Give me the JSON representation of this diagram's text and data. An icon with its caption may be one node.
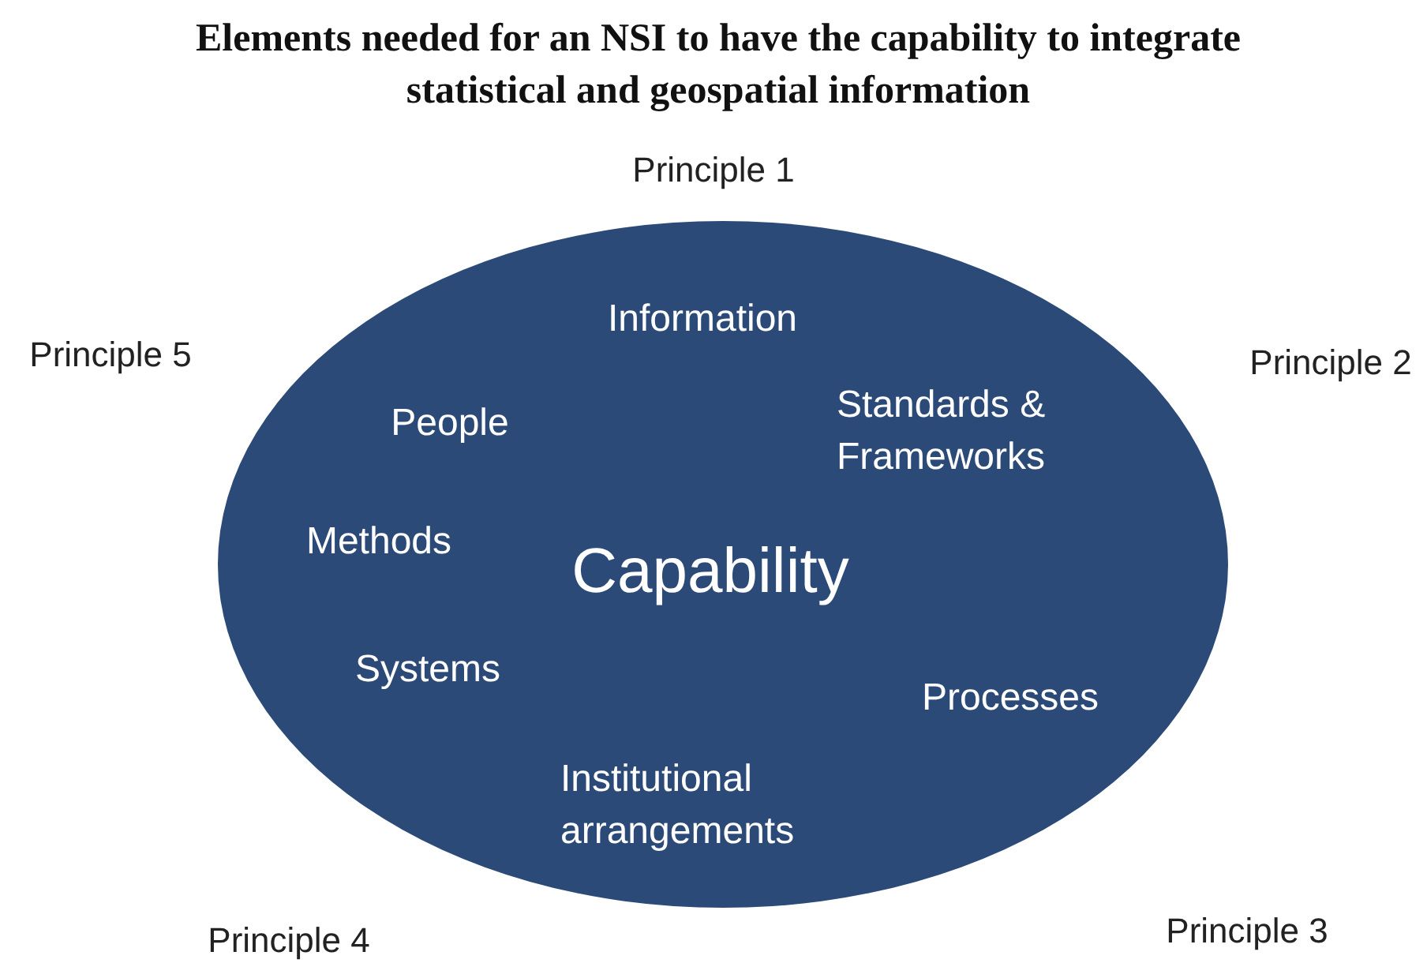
{
  "diagram": {
    "title": "Elements needed for an NSI to have the capability to integrate statistical and geospatial information",
    "nodes": [
      {
        "text": [
          "Information",
          "Standards & Frameworks",
          "People",
          "Methods",
          "Capability",
          "Systems",
          "Processes",
          "Institutional arrangements"
        ]
      }
    ],
    "edges": [],
    "labels": [
      "Principle 1",
      "Principle 5",
      "Principle 2",
      "Principle 4",
      "Principle 3"
    ]
  }
}
